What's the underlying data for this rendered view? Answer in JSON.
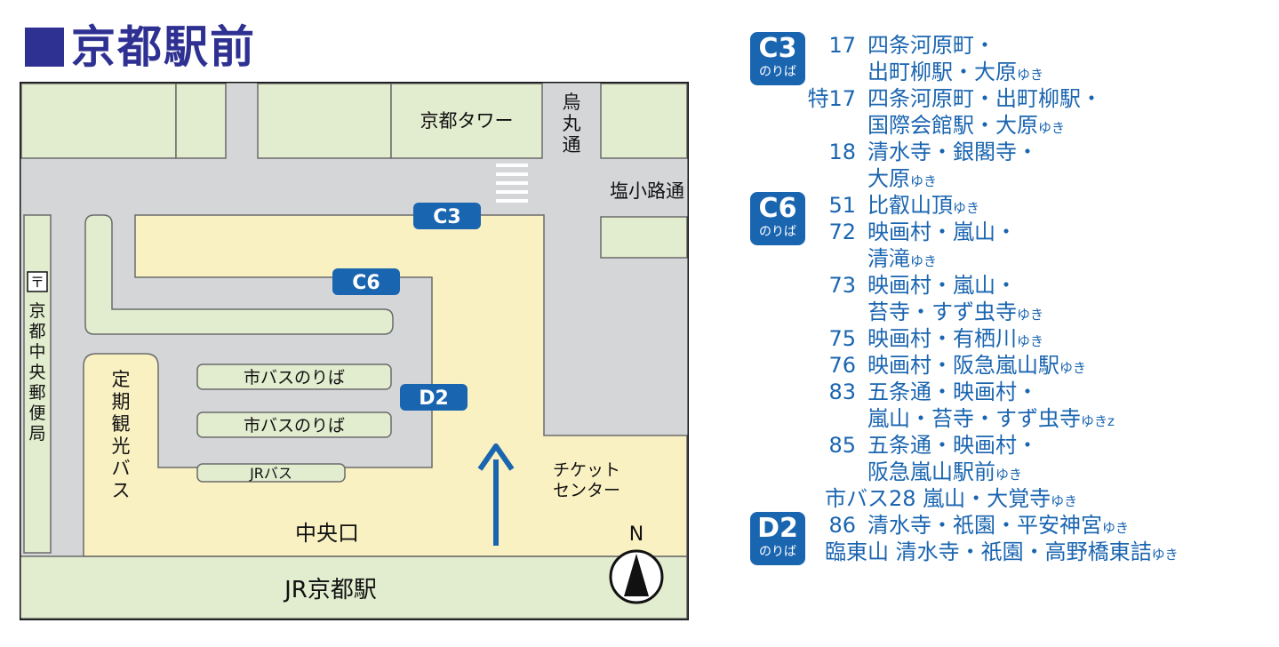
{
  "title": "京都駅前",
  "map": {
    "kyoto_tower": "京都タワー",
    "karasuma": [
      "烏",
      "丸",
      "通"
    ],
    "shiokoji": "塩小路通",
    "post_office_mark": "〒",
    "post_office": [
      "京",
      "都",
      "中",
      "央",
      "郵",
      "便",
      "局"
    ],
    "sightseeing_bus": [
      "定",
      "期",
      "観",
      "光",
      "バ",
      "ス"
    ],
    "city_bus_stop_1": "市バスのりば",
    "city_bus_stop_2": "市バスのりば",
    "jr_bus": "JRバス",
    "ticket_center": [
      "チケット",
      "センター"
    ],
    "central_exit": "中央口",
    "jr_station": "JR京都駅",
    "north": "N",
    "stops": [
      "C3",
      "C6",
      "D2"
    ]
  },
  "routes": [
    {
      "stop": "C3",
      "noriba": "のりば",
      "lines": [
        {
          "num": "17",
          "rows": [
            {
              "text": "四条河原町・",
              "yuki": ""
            },
            {
              "text": "出町柳駅・大原",
              "yuki": "ゆき"
            }
          ]
        },
        {
          "num": "特17",
          "rows": [
            {
              "text": "四条河原町・出町柳駅・",
              "yuki": ""
            },
            {
              "text": "国際会館駅・大原",
              "yuki": "ゆき"
            }
          ]
        },
        {
          "num": "18",
          "rows": [
            {
              "text": "清水寺・銀閣寺・",
              "yuki": ""
            },
            {
              "text": "大原",
              "yuki": "ゆき"
            }
          ]
        }
      ]
    },
    {
      "stop": "C6",
      "noriba": "のりば",
      "lines": [
        {
          "num": "51",
          "rows": [
            {
              "text": "比叡山頂",
              "yuki": "ゆき"
            }
          ]
        },
        {
          "num": "72",
          "rows": [
            {
              "text": "映画村・嵐山・",
              "yuki": ""
            },
            {
              "text": "清滝",
              "yuki": "ゆき"
            }
          ]
        },
        {
          "num": "73",
          "rows": [
            {
              "text": "映画村・嵐山・",
              "yuki": ""
            },
            {
              "text": "苔寺・すず虫寺",
              "yuki": "ゆき"
            }
          ]
        },
        {
          "num": "75",
          "rows": [
            {
              "text": "映画村・有栖川",
              "yuki": "ゆき"
            }
          ]
        },
        {
          "num": "76",
          "rows": [
            {
              "text": "映画村・阪急嵐山駅",
              "yuki": "ゆき"
            }
          ]
        },
        {
          "num": "83",
          "rows": [
            {
              "text": "五条通・映画村・",
              "yuki": ""
            },
            {
              "text": "嵐山・苔寺・すず虫寺",
              "yuki": "ゆきz"
            }
          ]
        },
        {
          "num": "85",
          "rows": [
            {
              "text": "五条通・映画村・",
              "yuki": ""
            },
            {
              "text": "阪急嵐山駅前",
              "yuki": "ゆき"
            }
          ]
        },
        {
          "num": "",
          "rows": [
            {
              "text": "市バス28 嵐山・大覚寺",
              "yuki": "ゆき"
            }
          ]
        }
      ]
    },
    {
      "stop": "D2",
      "noriba": "のりば",
      "lines": [
        {
          "num": "86",
          "rows": [
            {
              "text": "清水寺・祇園・平安神宮",
              "yuki": "ゆき"
            }
          ]
        },
        {
          "num": "",
          "rows": [
            {
              "text": "臨東山 清水寺・祇園・高野橋東詰",
              "yuki": "ゆき"
            }
          ]
        }
      ]
    }
  ],
  "colors": {
    "title": "#2e3192",
    "stop_badge": "#1a65b0",
    "route_text": "#1a65b0",
    "block_green": "#e2ecce",
    "plaza_yellow": "#faf1c3",
    "road_gray": "#d4d6d8",
    "arrow": "#1a65b0"
  }
}
